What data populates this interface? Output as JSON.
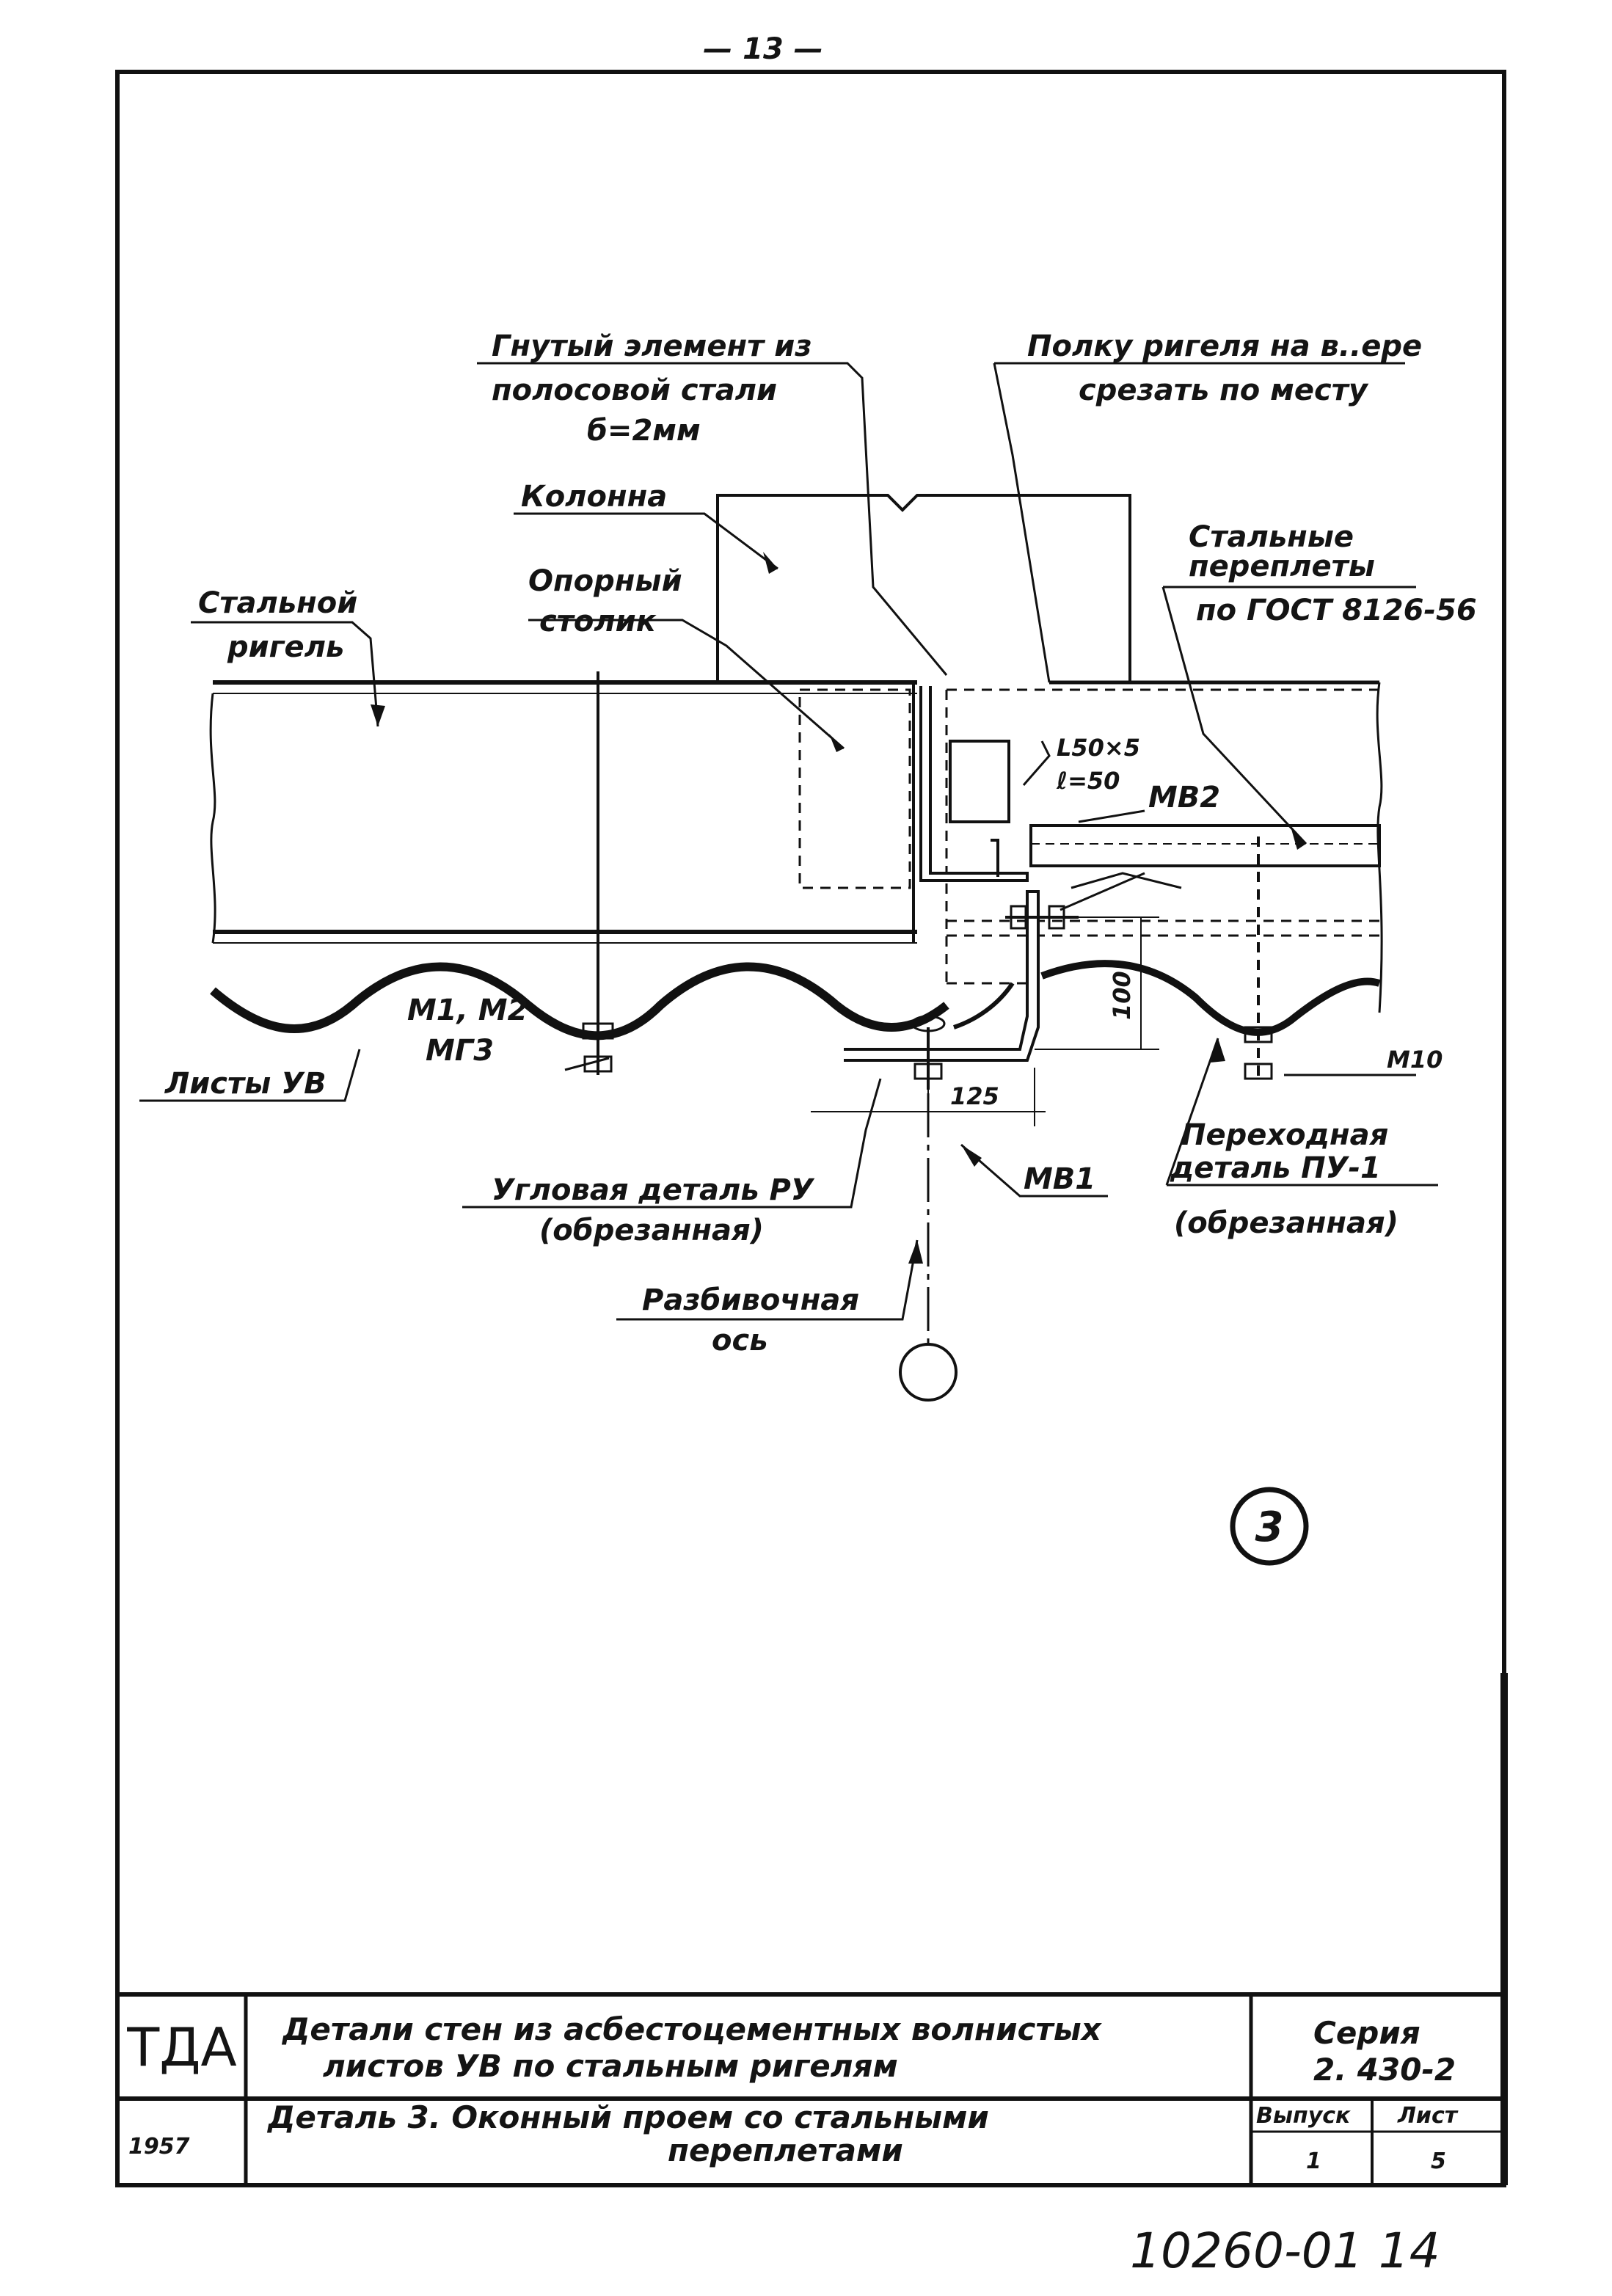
{
  "page_number": "— 13 —",
  "labels": {
    "bent_element": [
      "Гнутый элемент из",
      "полосовой стали",
      "б=2мм"
    ],
    "flange_cut": [
      "Полку ригеля на в..ере",
      "срезать по месту"
    ],
    "column": "Колонна",
    "steel_frames": [
      "Стальные",
      "переплеты",
      "по ГОСТ 8126-56"
    ],
    "steel_girder": [
      "Стальной",
      "ригель"
    ],
    "support_table": [
      "Опорный",
      "столик"
    ],
    "angle_size": [
      "L50×5",
      "ℓ=50"
    ],
    "mv2": "МВ2",
    "m1m2": "М1, М2",
    "mg3": "МГ3",
    "sheets_uv": "Листы УВ",
    "m10": "М10",
    "dim_100": "100",
    "dim_125": "125",
    "corner_part": [
      "Угловая деталь РУ",
      "(обрезанная)"
    ],
    "mv1": "МВ1",
    "transition_part": [
      "Переходная",
      "деталь ПУ-1",
      "(обрезанная)"
    ],
    "layout_axis": [
      "Разбивочная",
      "ось"
    ],
    "detail_number": "3"
  },
  "title_block": {
    "org": "ТДА",
    "title_line1": "Детали стен из асбестоцементных волнистых",
    "title_line2": "листов УВ по стальным ригелям",
    "series_label": "Серия",
    "series_value": "2. 430-2",
    "year": "1957",
    "detail_line1": "Деталь 3.  Оконный проем со стальными",
    "detail_line2": "переплетами",
    "issue_label": "Выпуск",
    "issue_value": "1",
    "sheet_label": "Лист",
    "sheet_value": "5"
  },
  "doc_number": "10260-01 14"
}
